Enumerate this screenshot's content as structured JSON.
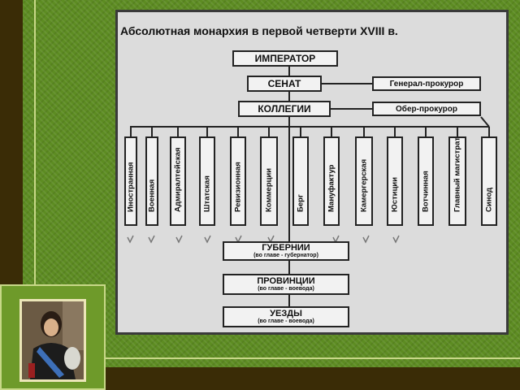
{
  "title": "Абсолютная монархия в первой четверти XVIII в.",
  "emperor": "ИМПЕРАТОР",
  "senate": "СЕНАТ",
  "prosecutor_general": "Генерал-прокурор",
  "collegia": "КОЛЛЕГИИ",
  "ober_prosecutor": "Обер-прокурор",
  "colleges": [
    "Иностранная",
    "Военная",
    "Адмиралтейская",
    "Штатская",
    "Ревизионная",
    "Коммерции",
    "Берг",
    "Мануфактур",
    "Камергерская",
    "Юстиции",
    "Вотчинная",
    "Главный магистрат",
    "Синод"
  ],
  "guberniya": {
    "title": "ГУБЕРНИИ",
    "sub": "(во главе - губернатор)"
  },
  "provinces": {
    "title": "ПРОВИНЦИИ",
    "sub": "(во главе - воевода)"
  },
  "uezdy": {
    "title": "УЕЗДЫ",
    "sub": "(во главе - воевода)"
  },
  "colors": {
    "background": "#5d8c22",
    "dark": "#3a2c06",
    "card": "#dcdcdc"
  }
}
